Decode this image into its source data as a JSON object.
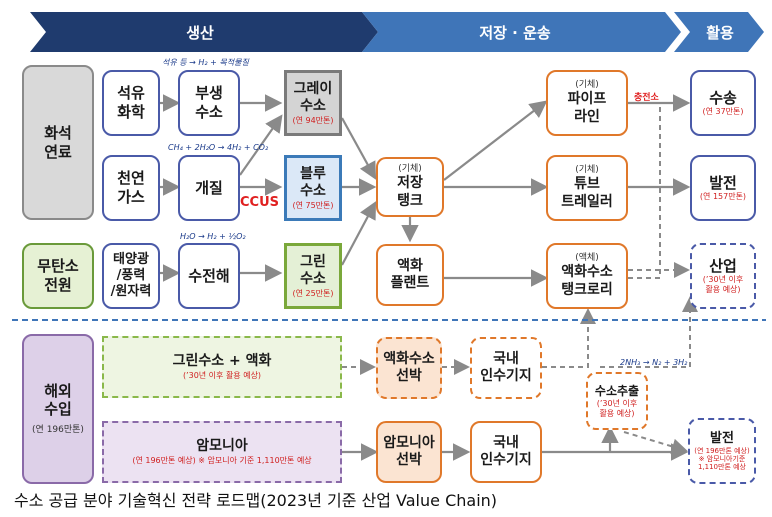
{
  "stages": {
    "production": "생산",
    "storage": "저장 · 운송",
    "use": "활용"
  },
  "sources": {
    "fossil": "화석\n연료",
    "carbon_free": "무탄소\n전원",
    "import": "해외\n수입",
    "import_note": "(연 196만톤)"
  },
  "feedstock": {
    "petro": "석유\n화학",
    "natgas": "천연\n가스",
    "renew": "태양광\n/풍력\n/원자력"
  },
  "process": {
    "byproduct": "부생\n수소",
    "reforming": "개질",
    "electrolysis": "수전해"
  },
  "formulas": {
    "petro": "석유 등 → H₂ + 목적물질",
    "gas": "CH₄ + 2H₂O → 4H₂ + CO₂",
    "water": "H₂O → H₂ + ½O₂",
    "ammonia": "2NH₃ → N₂ + 3H₂"
  },
  "ccus": "CCUS",
  "hydrogen": {
    "gray": {
      "name": "그레이\n수소",
      "note": "(연 94만톤)"
    },
    "blue": {
      "name": "블루\n수소",
      "note": "(연 75만톤)"
    },
    "green": {
      "name": "그린\n수소",
      "note": "(연 25만톤)"
    }
  },
  "storage": {
    "tank_tag": "(기체)",
    "tank": "저장\n탱크",
    "liquefy": "액화\n플랜트"
  },
  "transport": {
    "pipe_tag": "(기체)",
    "pipe": "파이프\n라인",
    "tube_tag": "(기체)",
    "tube": "튜브\n트레일러",
    "lorry_tag": "(액체)",
    "lorry": "액화수소\n탱크로리",
    "charging": "충전소"
  },
  "uses": {
    "mobility": {
      "name": "수송",
      "note": "(연 37만톤)"
    },
    "power": {
      "name": "발전",
      "note": "(연 157만톤)"
    },
    "industry": {
      "name": "산업",
      "note": "(’30년 이후\n활용 예상)"
    }
  },
  "imports": {
    "lh2": {
      "name": "그린수소 + 액화",
      "note": "(’30년 이후 활용 예상)"
    },
    "nh3": {
      "name": "암모니아",
      "note": "(연 196만톤 예상)",
      "note2": "※ 암모니아 기준 1,110만톤 예상"
    },
    "lh2_ship": "액화수소\n선박",
    "nh3_ship": "암모니아\n선박",
    "terminal1": "국내\n인수기지",
    "terminal2": "국내\n인수기지",
    "extract": "수소추출",
    "extract_note": "(’30년 이후\n활용 예상)",
    "power_name": "발전",
    "power_note": "(연 196만톤 예상)\n※ 암모니아기준\n1,110만톤 예상"
  },
  "caption": "수소 공급 분야 기술혁신 전략 로드맵(2023년 기준 산업 Value Chain)"
}
